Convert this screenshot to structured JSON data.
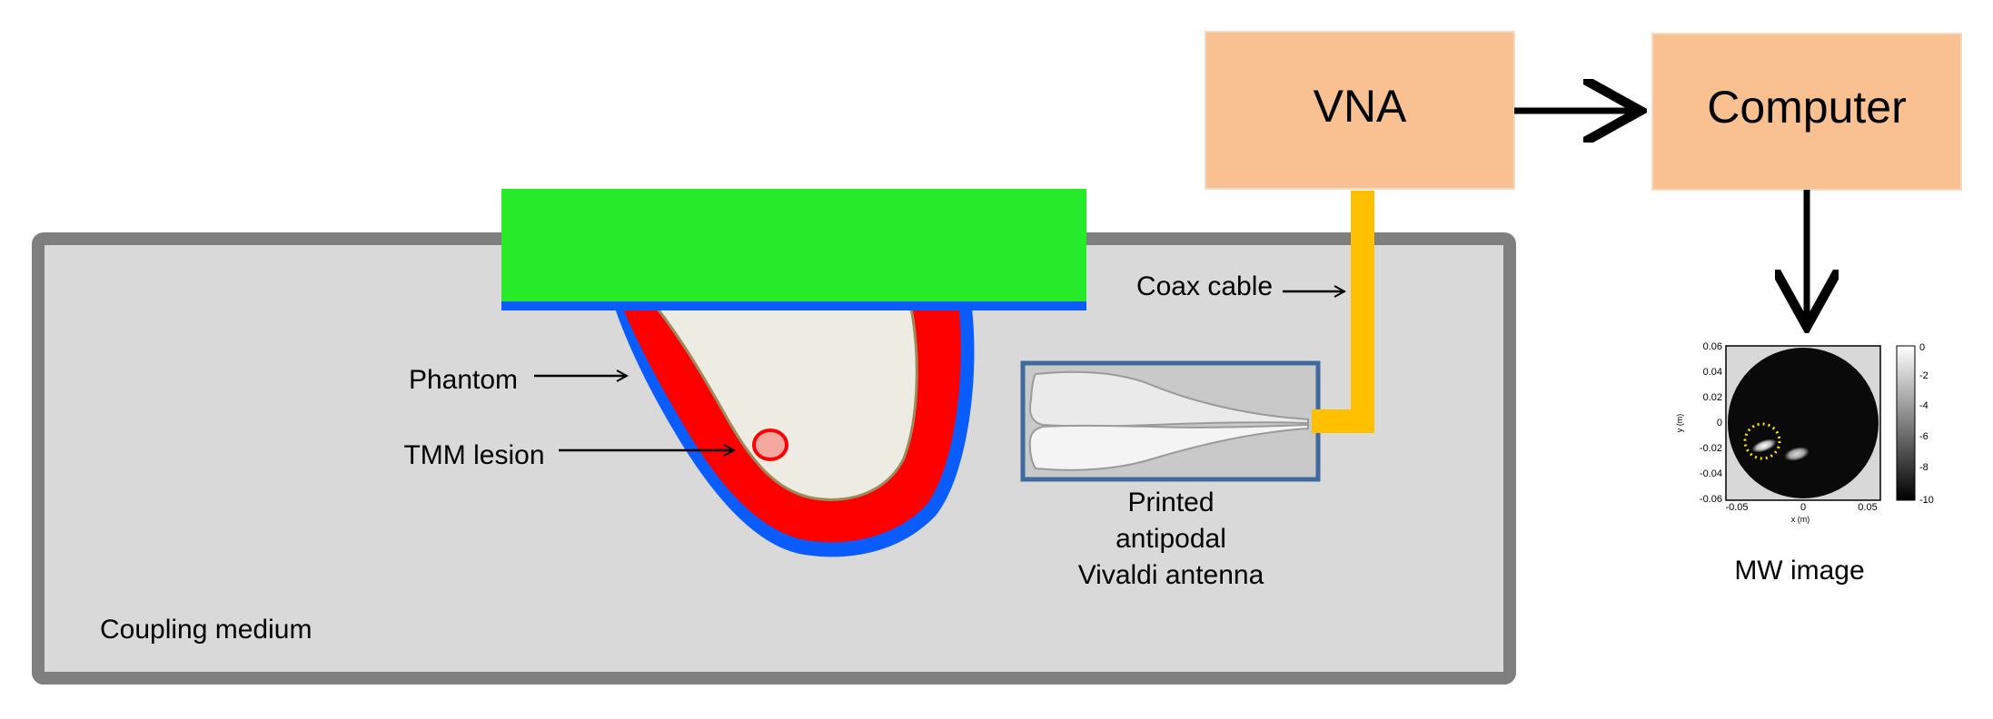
{
  "boxes": {
    "vna": "VNA",
    "computer": "Computer"
  },
  "labels": {
    "coax_cable": "Coax cable",
    "phantom": "Phantom",
    "tmm_lesion": "TMM lesion",
    "antenna_line1": "Printed",
    "antenna_line2": "antipodal",
    "antenna_line3": "Vivaldi antenna",
    "coupling_medium": "Coupling medium",
    "mw_image": "MW image"
  },
  "mw_plot": {
    "x_ticks": [
      "-0.05",
      "0",
      "0.05"
    ],
    "y_ticks": [
      "0.06",
      "0.04",
      "0.02",
      "0",
      "-0.02",
      "-0.04",
      "-0.06"
    ],
    "xlabel": "x (m)",
    "ylabel": "y (m)",
    "colorbar_ticks": [
      "0",
      "-2",
      "-4",
      "-6",
      "-8",
      "-10"
    ]
  },
  "colors": {
    "box_fill": "#f9c192",
    "green_plate": "#27ea2b",
    "tank_fill": "#d9d9d9",
    "tank_border": "#7f7f7f",
    "skin": "#0b5cff",
    "fat": "#ff0000",
    "tissue": "#edebe2",
    "cable": "#ffc000",
    "antenna_frame": "#3e6a9e"
  }
}
